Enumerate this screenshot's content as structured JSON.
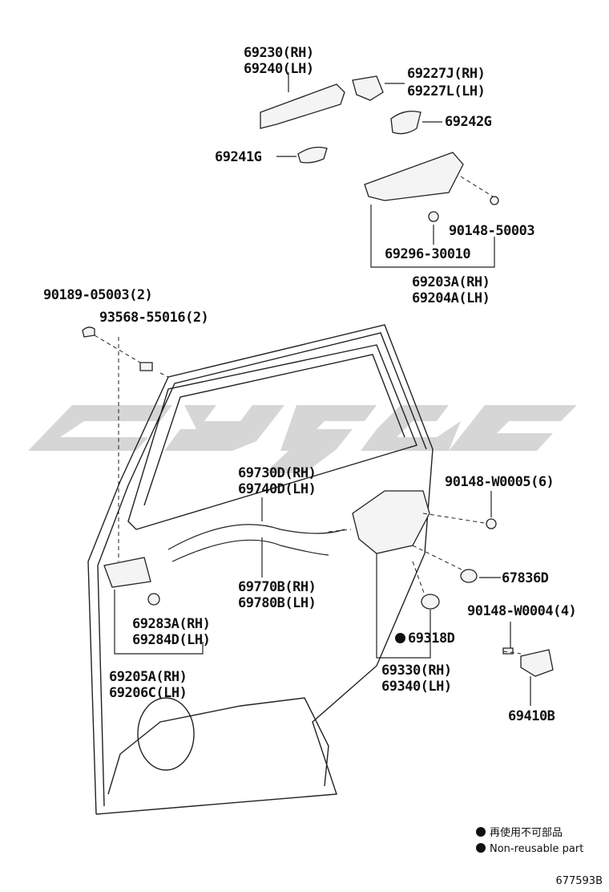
{
  "labels": {
    "p69230": "69230(RH)",
    "p69240": "69240(LH)",
    "p69227j": "69227J(RH)",
    "p69227l": "69227L(LH)",
    "p69242g": "69242G",
    "p69241g": "69241G",
    "p90148_50003": "90148-50003",
    "p69296": "69296-30010",
    "p69203a": "69203A(RH)",
    "p69204a": "69204A(LH)",
    "p90189": "90189-05003(2)",
    "p93568": "93568-55016(2)",
    "p69730d": "69730D(RH)",
    "p69740d": "69740D(LH)",
    "p90148_w0005": "90148-W0005(6)",
    "p67836d": "67836D",
    "p69770b": "69770B(RH)",
    "p69780b": "69780B(LH)",
    "p90148_w0004": "90148-W0004(4)",
    "p69283a": "69283A(RH)",
    "p69284d": "69284D(LH)",
    "p69318d": "69318D",
    "p69330": "69330(RH)",
    "p69340": "69340(LH)",
    "p69205a": "69205A(RH)",
    "p69206c": "69206C(LH)",
    "p69410b": "69410B"
  },
  "legend": {
    "line1": "再使用不可部品",
    "line2": "Non-reusable part"
  },
  "figure_number": "677593B"
}
